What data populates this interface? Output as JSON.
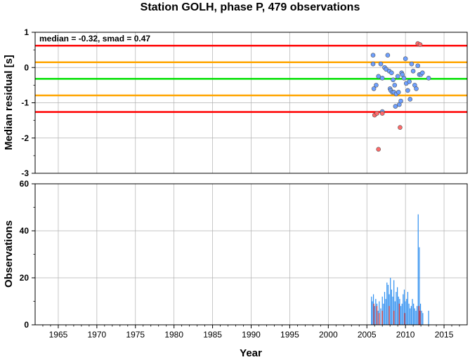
{
  "chart_data": [
    {
      "type": "scatter",
      "title": "Station GOLH, phase P, 479 observations",
      "annotation": "median = -0.32, smad = 0.47",
      "ylabel": "Median residual [s]",
      "xlim": [
        1962,
        2018
      ],
      "ylim": [
        -3,
        1
      ],
      "yticks": [
        -3,
        -2,
        -1,
        0,
        1
      ],
      "grid": true,
      "lines": [
        {
          "name": "median",
          "y": -0.32,
          "color": "#00e000"
        },
        {
          "name": "plus-1-smad",
          "y": 0.15,
          "color": "#ffa500"
        },
        {
          "name": "minus-1-smad",
          "y": -0.79,
          "color": "#ffa500"
        },
        {
          "name": "plus-2-smad",
          "y": 0.62,
          "color": "#ff0000"
        },
        {
          "name": "minus-2-smad",
          "y": -1.26,
          "color": "#ff0000"
        }
      ],
      "points_inlier": [
        [
          2005.8,
          0.35
        ],
        [
          2005.8,
          0.1
        ],
        [
          2006.2,
          -0.5
        ],
        [
          2005.9,
          -0.6
        ],
        [
          2006.5,
          -0.25
        ],
        [
          2006.8,
          0.1
        ],
        [
          2007.0,
          -0.3
        ],
        [
          2007.3,
          0.0
        ],
        [
          2007.5,
          -0.05
        ],
        [
          2007.7,
          0.35
        ],
        [
          2007.9,
          -0.1
        ],
        [
          2008.0,
          -0.6
        ],
        [
          2008.1,
          -0.65
        ],
        [
          2008.2,
          -0.15
        ],
        [
          2008.3,
          -0.7
        ],
        [
          2008.4,
          -0.35
        ],
        [
          2008.5,
          -0.7
        ],
        [
          2008.6,
          -0.5
        ],
        [
          2008.8,
          -0.75
        ],
        [
          2008.7,
          -1.1
        ],
        [
          2009.0,
          -0.25
        ],
        [
          2009.2,
          -1.05
        ],
        [
          2009.4,
          -0.95
        ],
        [
          2009.5,
          -0.15
        ],
        [
          2009.6,
          -0.2
        ],
        [
          2009.8,
          -0.3
        ],
        [
          2010.0,
          0.25
        ],
        [
          2010.1,
          -0.45
        ],
        [
          2010.3,
          -0.65
        ],
        [
          2010.5,
          -0.4
        ],
        [
          2010.6,
          -0.9
        ],
        [
          2010.8,
          0.1
        ],
        [
          2011.0,
          -0.1
        ],
        [
          2011.2,
          -0.5
        ],
        [
          2011.4,
          -0.6
        ],
        [
          2011.6,
          0.05
        ],
        [
          2011.8,
          -0.2
        ],
        [
          2012.0,
          -0.2
        ],
        [
          2012.2,
          -0.15
        ],
        [
          2013.0,
          -0.3
        ],
        [
          2007.0,
          -1.25
        ],
        [
          2009.1,
          -0.7
        ]
      ],
      "points_outlier": [
        [
          2006.0,
          -1.35
        ],
        [
          2006.3,
          -1.3
        ],
        [
          2006.5,
          -2.32
        ],
        [
          2007.0,
          -1.3
        ],
        [
          2009.3,
          -1.7
        ],
        [
          2011.6,
          0.68
        ],
        [
          2011.9,
          0.65
        ]
      ],
      "colors": {
        "inlier": "#6ea0ff",
        "outlier": "#ff6a6a",
        "point_stroke": "#555555"
      }
    },
    {
      "type": "bar",
      "xlabel": "Year",
      "ylabel": "Observations",
      "xlim": [
        1962,
        2018
      ],
      "ylim": [
        0,
        60
      ],
      "yticks": [
        0,
        20,
        40,
        60
      ],
      "xticks": [
        1965,
        1970,
        1975,
        1980,
        1985,
        1990,
        1995,
        2000,
        2005,
        2010,
        2015
      ],
      "grid": true,
      "colors": {
        "total": "#2f8ff0",
        "outlier": "#e0302a"
      },
      "total_counts": [
        [
          2005.6,
          12
        ],
        [
          2005.7,
          10
        ],
        [
          2005.85,
          13
        ],
        [
          2006.0,
          8
        ],
        [
          2006.15,
          11
        ],
        [
          2006.3,
          9
        ],
        [
          2006.45,
          6
        ],
        [
          2006.6,
          10
        ],
        [
          2006.8,
          7
        ],
        [
          2007.0,
          12
        ],
        [
          2007.15,
          9
        ],
        [
          2007.3,
          14
        ],
        [
          2007.45,
          11
        ],
        [
          2007.6,
          18
        ],
        [
          2007.75,
          17
        ],
        [
          2007.9,
          13
        ],
        [
          2008.05,
          20
        ],
        [
          2008.2,
          15
        ],
        [
          2008.35,
          12
        ],
        [
          2008.5,
          19
        ],
        [
          2008.65,
          10
        ],
        [
          2008.8,
          14
        ],
        [
          2008.95,
          16
        ],
        [
          2009.1,
          12
        ],
        [
          2009.25,
          11
        ],
        [
          2009.4,
          8
        ],
        [
          2009.55,
          9
        ],
        [
          2009.7,
          13
        ],
        [
          2009.85,
          15
        ],
        [
          2010.0,
          10
        ],
        [
          2010.15,
          11
        ],
        [
          2010.3,
          14
        ],
        [
          2010.45,
          9
        ],
        [
          2010.6,
          7
        ],
        [
          2010.75,
          8
        ],
        [
          2010.9,
          11
        ],
        [
          2011.05,
          9
        ],
        [
          2011.2,
          7
        ],
        [
          2011.35,
          6
        ],
        [
          2011.5,
          8
        ],
        [
          2011.65,
          47
        ],
        [
          2011.8,
          33
        ],
        [
          2011.95,
          9
        ],
        [
          2012.1,
          6
        ],
        [
          2012.25,
          5
        ],
        [
          2013.0,
          6
        ]
      ],
      "outlier_counts": [
        [
          2005.9,
          9
        ],
        [
          2006.3,
          8
        ],
        [
          2006.6,
          5
        ],
        [
          2007.0,
          6
        ],
        [
          2007.9,
          8
        ],
        [
          2008.5,
          6
        ],
        [
          2009.2,
          9
        ],
        [
          2009.9,
          5
        ],
        [
          2011.75,
          8
        ],
        [
          2011.9,
          6
        ]
      ]
    }
  ]
}
